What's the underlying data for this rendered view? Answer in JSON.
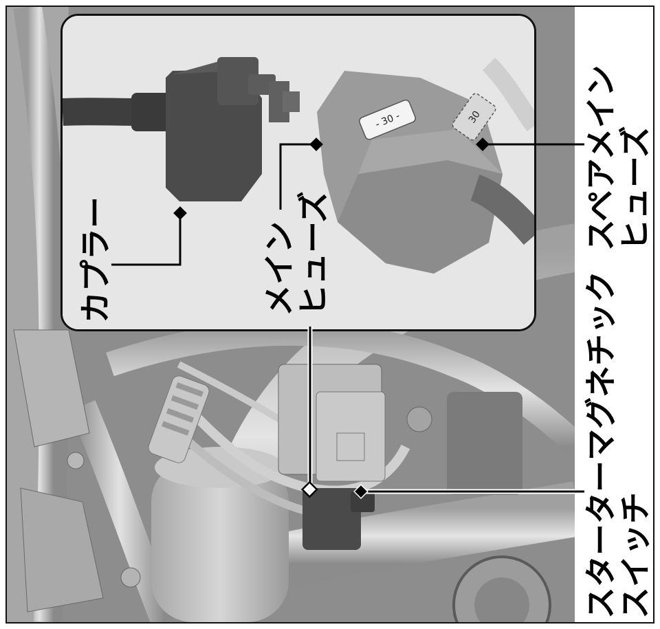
{
  "labels": {
    "coupler": "カプラー",
    "main_fuse": [
      "メイン",
      "ヒューズ"
    ],
    "spare_main_fuse": [
      "スペアメイン",
      "ヒューズ"
    ],
    "starter_switch": [
      "スターターマグネチック",
      "スイッチ"
    ]
  },
  "fuse_rating": {
    "main": "- 30 -",
    "spare": "30"
  },
  "colors": {
    "photo_base": "#8f8f8f",
    "inset_bg": "#e6e6e6",
    "leader": "#000000"
  }
}
